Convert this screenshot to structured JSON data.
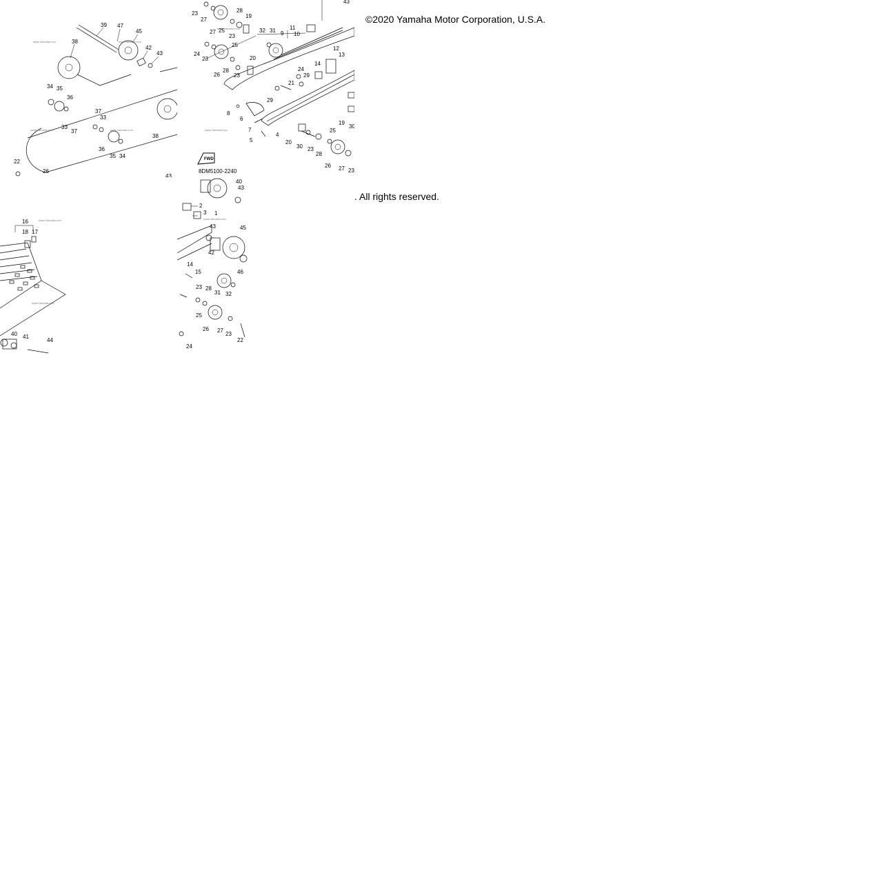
{
  "copyright": "©2020 Yamaha Motor Corporation, U.S.A.",
  "rights": ". All rights reserved.",
  "diagram_code": "8DM5100-2240",
  "fwd_label": "FWD",
  "watermark": "www.Yamaha.com",
  "tile_tl_labels": [
    "39",
    "47",
    "45",
    "38",
    "42",
    "43",
    "34",
    "35",
    "36",
    "37",
    "33",
    "33",
    "37",
    "36",
    "35",
    "34",
    "38",
    "22",
    "26",
    "43"
  ],
  "tile_tr_labels": [
    "23",
    "27",
    "28",
    "19",
    "27",
    "25",
    "23",
    "32",
    "31",
    "9",
    "11",
    "10",
    "24",
    "23",
    "25",
    "26",
    "28",
    "20",
    "23",
    "24",
    "29",
    "12",
    "13",
    "14",
    "21",
    "29",
    "8",
    "6",
    "7",
    "5",
    "4",
    "20",
    "30",
    "23",
    "28",
    "25",
    "26",
    "27",
    "23",
    "19",
    "30",
    "43"
  ],
  "tile_bl_labels": [
    "16",
    "18",
    "17",
    "40",
    "41",
    "44"
  ],
  "tile_br_labels": [
    "40",
    "43",
    "2",
    "3",
    "1",
    "43",
    "45",
    "42",
    "14",
    "15",
    "46",
    "23",
    "28",
    "31",
    "32",
    "25",
    "26",
    "27",
    "23",
    "22",
    "24"
  ]
}
